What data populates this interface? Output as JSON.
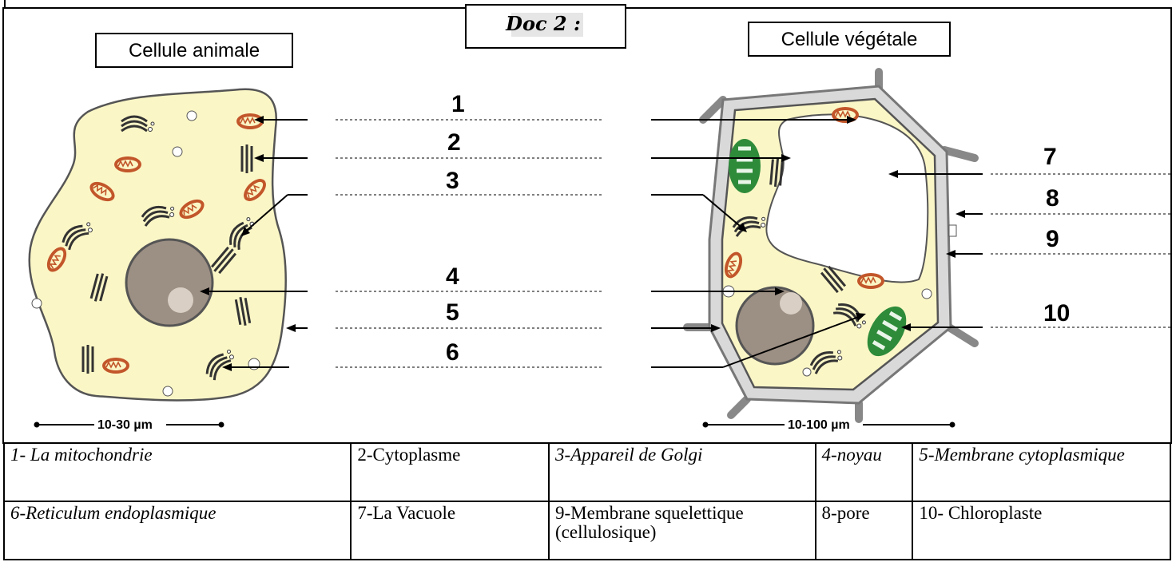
{
  "doc_title": "Doc 2 :",
  "animal": {
    "title": "Cellule animale",
    "scale": "10-30 µm"
  },
  "plant": {
    "title": "Cellule végétale",
    "scale": "10-100 µm"
  },
  "numbers": [
    "1",
    "2",
    "3",
    "4",
    "5",
    "6",
    "7",
    "8",
    "9",
    "10"
  ],
  "legend": {
    "rows": [
      [
        "1- La mitochondrie",
        "2-Cytoplasme",
        "3-Appareil de Golgi",
        "4-noyau",
        "5-Membrane cytoplasmique"
      ],
      [
        "6-Reticulum endoplasmique",
        "7-La Vacuole",
        "9-Membrane squelettique (cellulosique)",
        "8-pore",
        "10- Chloroplaste"
      ]
    ]
  },
  "colors": {
    "cytoplasm": "#fbf6c6",
    "mitochondria": "#c2562a",
    "chloroplast": "#2e8b3a",
    "nucleus": "#9c8f83",
    "wall": "#d9d9d9",
    "line": "#000000",
    "dotted": "#808080"
  }
}
